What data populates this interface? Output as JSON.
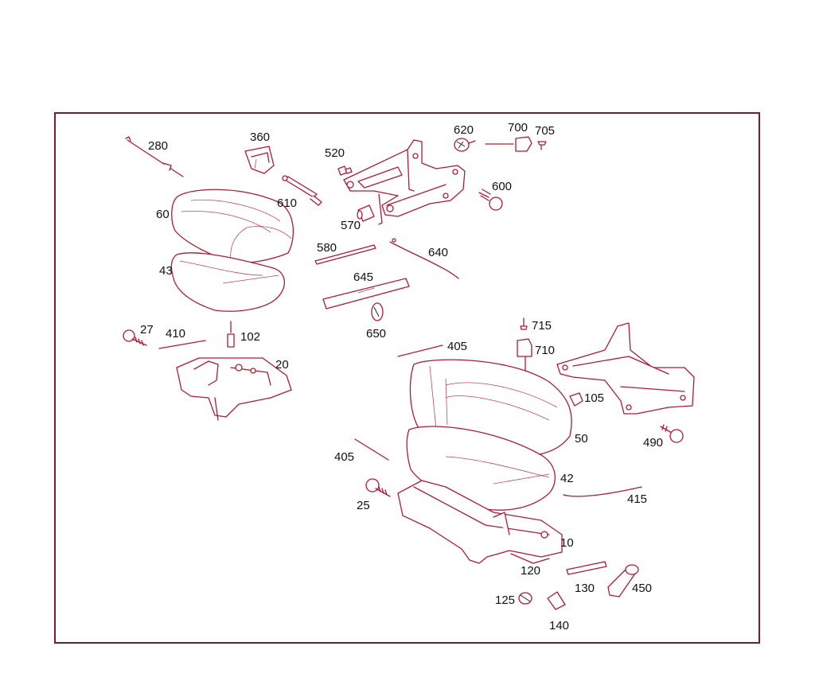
{
  "colors": {
    "frame": "#7a1d2a",
    "part_line": "#b01a33",
    "label_text": "#111111"
  },
  "parts": {
    "p280": "280",
    "p360": "360",
    "p520": "520",
    "p620": "620",
    "p700": "700",
    "p705": "705",
    "p600": "600",
    "p60": "60",
    "p610": "610",
    "p570": "570",
    "p580": "580",
    "p640": "640",
    "p43": "43",
    "p645": "645",
    "p650": "650",
    "p27": "27",
    "p410": "410",
    "p102": "102",
    "p20": "20",
    "p715": "715",
    "p710": "710",
    "p405a": "405",
    "p105": "105",
    "p50": "50",
    "p490": "490",
    "p405b": "405",
    "p42": "42",
    "p25": "25",
    "p415": "415",
    "p10": "10",
    "p120": "120",
    "p130": "130",
    "p450": "450",
    "p125": "125",
    "p140": "140"
  }
}
